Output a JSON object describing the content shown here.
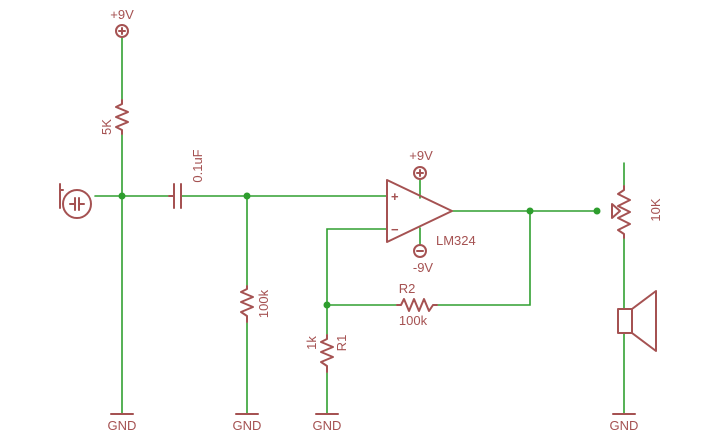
{
  "labels": {
    "vcc_top": "+9V",
    "r_bias": "5K",
    "cap": "0.1uF",
    "r_input": "100k",
    "opamp_vcc": "+9V",
    "opamp_vee": "-9V",
    "opamp_name": "LM324",
    "r2_name": "R2",
    "r2_value": "100k",
    "r1_name": "R1",
    "r1_value": "1k",
    "pot": "10K",
    "gnd": "GND",
    "plus": "+",
    "minus": "−"
  },
  "colors": {
    "wire": "#2e9e2e",
    "component": "#a55252",
    "background": "#ffffff"
  }
}
